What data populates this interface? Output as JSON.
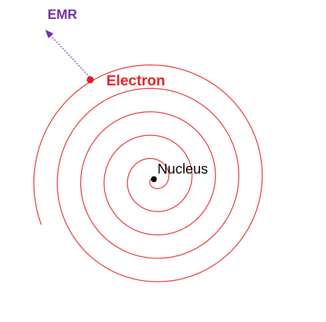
{
  "labels": {
    "emr": "EMR",
    "electron": "Electron",
    "nucleus": "Nucleus"
  },
  "colors": {
    "spiral": "#e83030",
    "electron": "#e82020",
    "emr": "#7030a0",
    "nucleus": "#000000",
    "nucleus_label": "#000000",
    "background": "#ffffff"
  },
  "icons": {
    "emr_arrow": "dotted-arrow-icon",
    "electron_dot": "electron-dot-icon",
    "nucleus_dot": "nucleus-dot-icon"
  }
}
